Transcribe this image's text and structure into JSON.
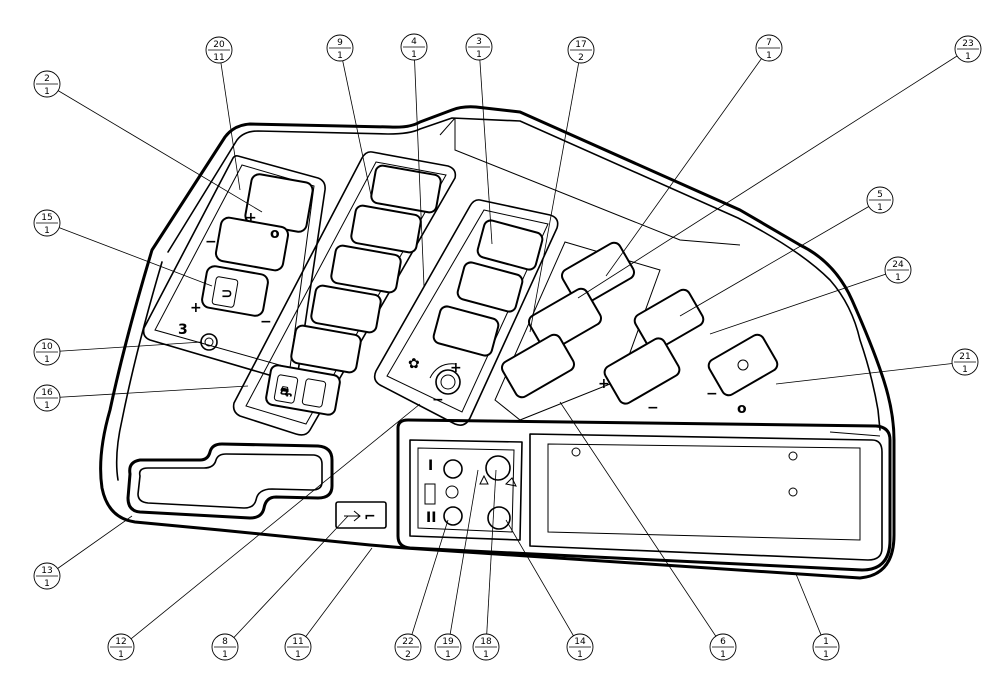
{
  "panel_symbols": [
    {
      "id": "plus-1",
      "text": "+"
    },
    {
      "id": "minus-1",
      "text": "−"
    },
    {
      "id": "o-1",
      "text": "o"
    },
    {
      "id": "plus-2",
      "text": "+"
    },
    {
      "id": "minus-2",
      "text": "−"
    },
    {
      "id": "plus-3",
      "text": "+"
    },
    {
      "id": "minus-3",
      "text": "−"
    },
    {
      "id": "plus-4",
      "text": "+"
    },
    {
      "id": "minus-4",
      "text": "−"
    },
    {
      "id": "minus-5",
      "text": "−"
    },
    {
      "id": "o-2",
      "text": "o"
    },
    {
      "id": "roman-1",
      "text": "I"
    },
    {
      "id": "roman-2",
      "text": "II"
    }
  ],
  "callouts": [
    {
      "top": "20",
      "bottom": "11"
    },
    {
      "top": "2",
      "bottom": "1"
    },
    {
      "top": "9",
      "bottom": "1"
    },
    {
      "top": "4",
      "bottom": "1"
    },
    {
      "top": "3",
      "bottom": "1"
    },
    {
      "top": "17",
      "bottom": "2"
    },
    {
      "top": "7",
      "bottom": "1"
    },
    {
      "top": "23",
      "bottom": "1"
    },
    {
      "top": "15",
      "bottom": "1"
    },
    {
      "top": "5",
      "bottom": "1"
    },
    {
      "top": "24",
      "bottom": "1"
    },
    {
      "top": "10",
      "bottom": "1"
    },
    {
      "top": "21",
      "bottom": "1"
    },
    {
      "top": "16",
      "bottom": "1"
    },
    {
      "top": "13",
      "bottom": "1"
    },
    {
      "top": "12",
      "bottom": "1"
    },
    {
      "top": "8",
      "bottom": "1"
    },
    {
      "top": "11",
      "bottom": "1"
    },
    {
      "top": "22",
      "bottom": "2"
    },
    {
      "top": "19",
      "bottom": "1"
    },
    {
      "top": "18",
      "bottom": "1"
    },
    {
      "top": "14",
      "bottom": "1"
    },
    {
      "top": "6",
      "bottom": "1"
    },
    {
      "top": "1",
      "bottom": "1"
    }
  ]
}
